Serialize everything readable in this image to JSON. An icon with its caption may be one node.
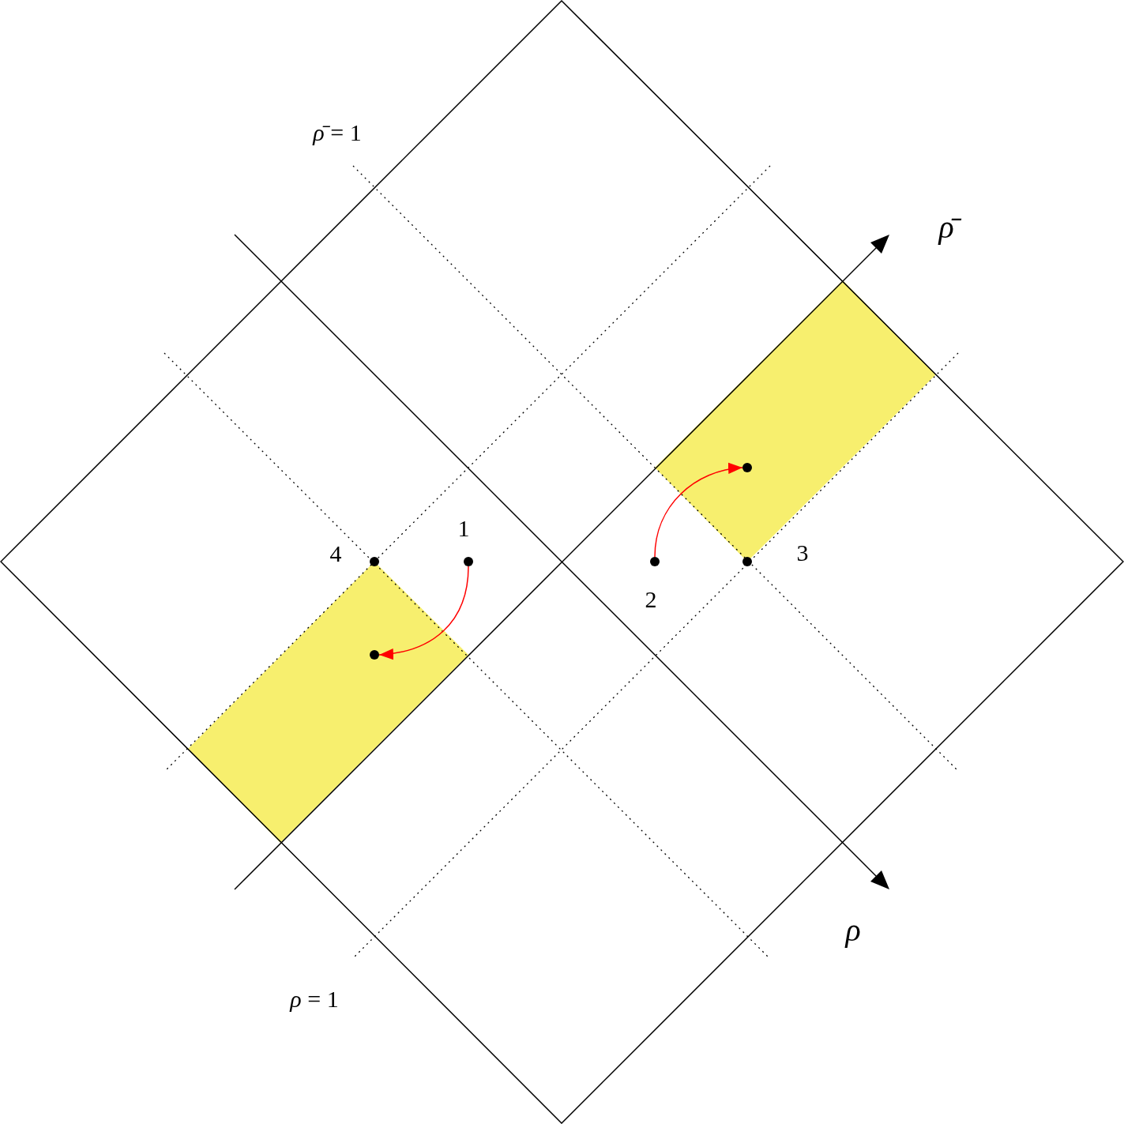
{
  "diagram": {
    "nodes": [
      {
        "text": [],
        "shape": "circle"
      },
      {
        "text": [],
        "shape": "circle",
        "beside": [
          "4"
        ]
      },
      {
        "text": [],
        "shape": "circle",
        "beside": [
          "1"
        ]
      },
      {
        "text": [],
        "shape": "circle",
        "beside": [
          "2"
        ]
      },
      {
        "text": [],
        "shape": "circle",
        "beside": [
          "3"
        ]
      },
      {
        "text": [],
        "shape": "circle"
      }
    ],
    "edges": [
      {
        "from": 2,
        "to": 5,
        "arrow": "to"
      },
      {
        "from": 3,
        "to": 0,
        "arrow": "to"
      }
    ],
    "labels": [
      "*ρ̄* = 1",
      "*ρ̄*",
      "*ρ*",
      "*ρ* = 1"
    ]
  }
}
